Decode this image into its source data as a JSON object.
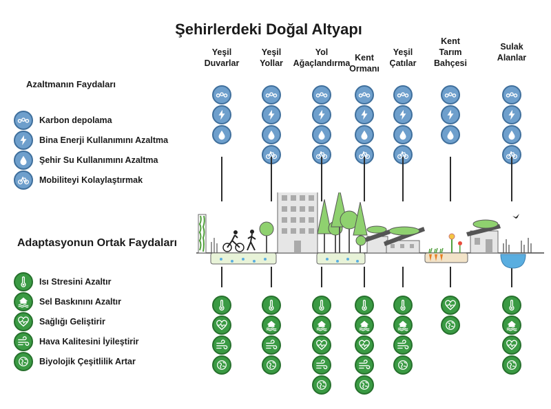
{
  "title": "Şehirlerdeki Doğal Altyapı",
  "columns": [
    {
      "label": "Yeşil\nDuvarlar",
      "mitigation": [
        "carbon-icon",
        "energy-icon",
        "water-icon"
      ],
      "adaptation": [
        "heat-icon",
        "health-icon",
        "air-icon",
        "biodiversity-icon"
      ]
    },
    {
      "label": "Yeşil\nYollar",
      "mitigation": [
        "carbon-icon",
        "energy-icon",
        "water-icon",
        "mobility-icon"
      ],
      "adaptation": [
        "heat-icon",
        "flood-icon",
        "air-icon",
        "biodiversity-icon"
      ]
    },
    {
      "label": "Yol\nAğaçlandırma",
      "mitigation": [
        "carbon-icon",
        "energy-icon",
        "water-icon",
        "mobility-icon"
      ],
      "adaptation": [
        "heat-icon",
        "flood-icon",
        "health-icon",
        "air-icon",
        "biodiversity-icon"
      ]
    },
    {
      "label": "Kent\nOrmanı",
      "mitigation": [
        "carbon-icon",
        "energy-icon",
        "water-icon",
        "mobility-icon"
      ],
      "adaptation": [
        "heat-icon",
        "flood-icon",
        "health-icon",
        "air-icon",
        "biodiversity-icon"
      ]
    },
    {
      "label": "Yeşil\nÇatılar",
      "mitigation": [
        "carbon-icon",
        "energy-icon",
        "water-icon",
        "mobility-icon"
      ],
      "adaptation": [
        "heat-icon",
        "flood-icon",
        "air-icon",
        "biodiversity-icon"
      ]
    },
    {
      "label": "Kent\nTarım\nBahçesi",
      "mitigation": [
        "carbon-icon",
        "energy-icon",
        "water-icon"
      ],
      "adaptation": [
        "health-icon",
        "biodiversity-icon"
      ]
    },
    {
      "label": "Sulak\nAlanlar",
      "mitigation": [
        "carbon-icon",
        "energy-icon",
        "water-icon",
        "mobility-icon"
      ],
      "adaptation": [
        "heat-icon",
        "flood-icon",
        "health-icon",
        "biodiversity-icon"
      ]
    }
  ],
  "mitigation": {
    "title": "Azaltmanın Faydaları",
    "items": [
      {
        "icon": "carbon-icon",
        "label": "Karbon depolama"
      },
      {
        "icon": "energy-icon",
        "label": "Bina Enerji Kullanımını Azaltma"
      },
      {
        "icon": "water-icon",
        "label": "Şehir Su Kullanımını Azaltma"
      },
      {
        "icon": "mobility-icon",
        "label": "Mobiliteyi Kolaylaştırmak"
      }
    ]
  },
  "adaptation": {
    "title": "Adaptasyonun Ortak Faydaları",
    "items": [
      {
        "icon": "heat-icon",
        "label": "Isı Stresini Azaltır"
      },
      {
        "icon": "flood-icon",
        "label": "Sel Baskınını Azaltır"
      },
      {
        "icon": "health-icon",
        "label": "Sağlığı Geliştirir"
      },
      {
        "icon": "air-icon",
        "label": "Hava Kalitesini İyileştirir"
      },
      {
        "icon": "biodiversity-icon",
        "label": "Biyolojik Çeşitlilik Artar"
      }
    ]
  },
  "colors": {
    "mitigation": "#6e9fcc",
    "adaptation": "#3a9a43",
    "water": "#5aaee0",
    "tree": "#8fd16f"
  }
}
